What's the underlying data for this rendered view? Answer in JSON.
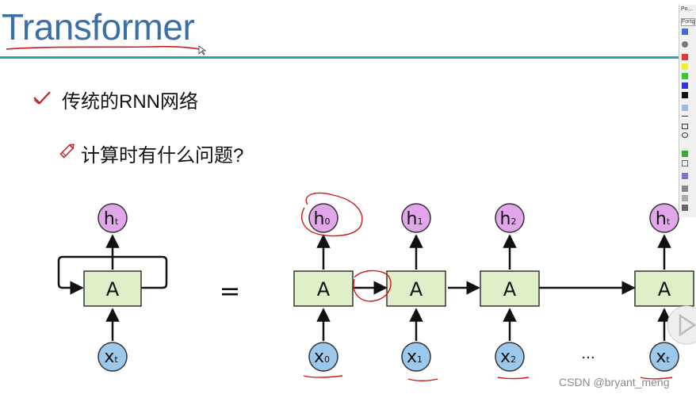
{
  "slide": {
    "title": "Transformer",
    "bullet1": "传统的RNN网络",
    "bullet2": "计算时有什么问题?"
  },
  "diagram": {
    "equals": "=",
    "ellipsis": "...",
    "cell_label": "A",
    "folded": {
      "h": "h",
      "h_sub": "t",
      "x": "x",
      "x_sub": "t"
    },
    "steps": [
      {
        "h": "h",
        "h_sub": "0",
        "x": "x",
        "x_sub": "0"
      },
      {
        "h": "h",
        "h_sub": "1",
        "x": "x",
        "x_sub": "1"
      },
      {
        "h": "h",
        "h_sub": "2",
        "x": "x",
        "x_sub": "2"
      },
      {
        "h": "h",
        "h_sub": "t",
        "x": "x",
        "x_sub": "t"
      }
    ],
    "colors": {
      "cell_fill": "#dff0c8",
      "cell_stroke": "#333333",
      "h_fill": "#e2a6ea",
      "x_fill": "#9cc8ec",
      "annotation": "#d01818"
    }
  },
  "toolbar": {
    "label1": "Po...",
    "label2": "Fortg"
  },
  "watermark": "CSDN @bryant_meng"
}
